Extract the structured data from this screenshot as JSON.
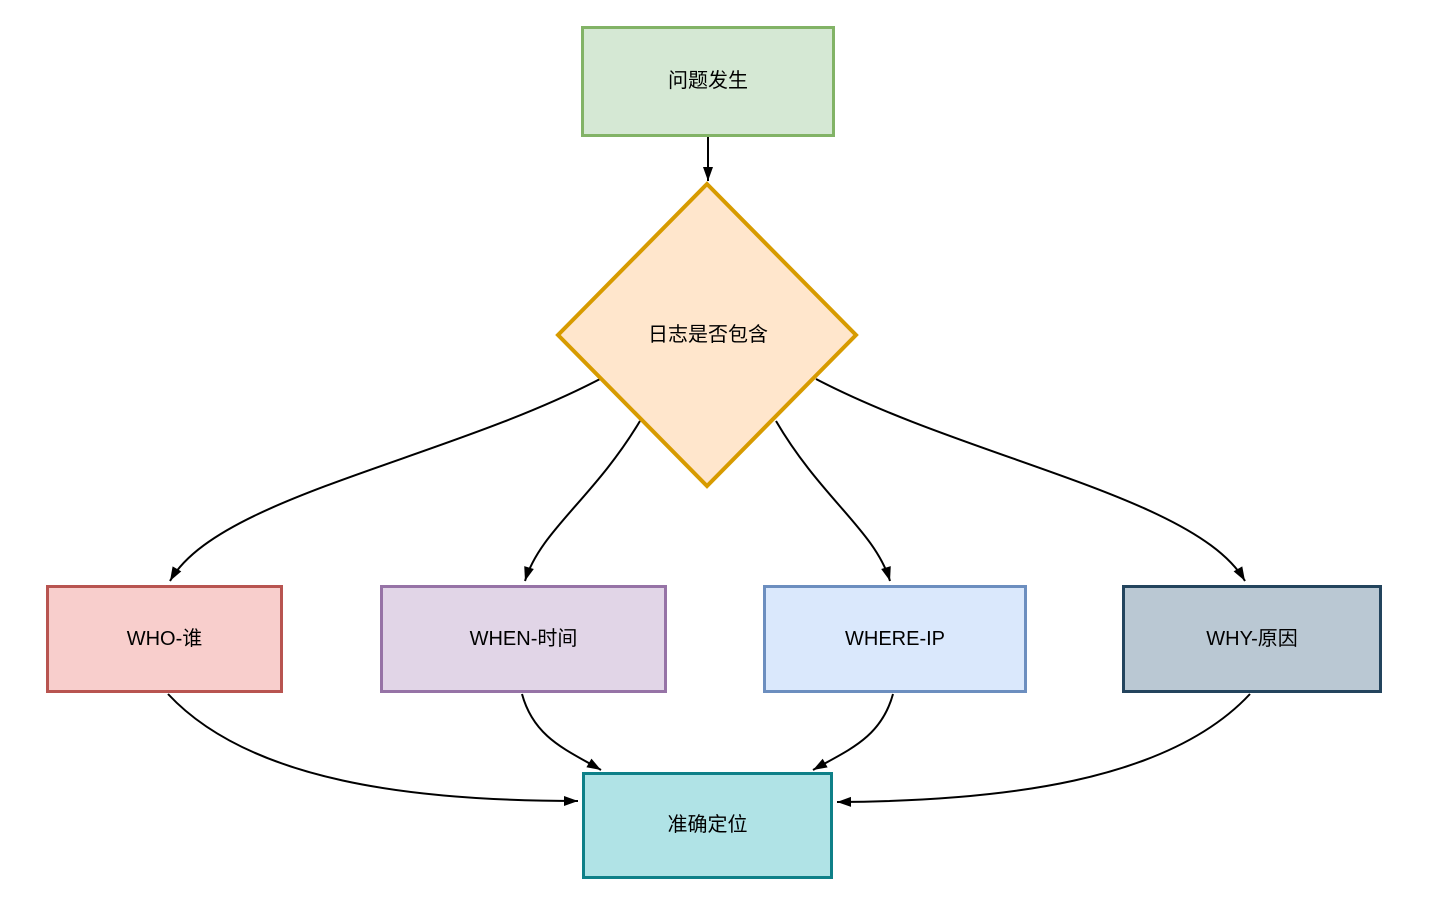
{
  "diagram": {
    "background_color": "#ffffff",
    "connector_color": "#000000",
    "nodes": {
      "start": {
        "label": "问题发生",
        "shape": "rectangle",
        "fill": "#d5e8d4",
        "border": "#82b366"
      },
      "decision": {
        "label": "日志是否包含",
        "shape": "diamond",
        "fill": "#ffe6cc",
        "border": "#d79b00"
      },
      "who": {
        "label": "WHO-谁",
        "shape": "rectangle",
        "fill": "#f8cecc",
        "border": "#b85450"
      },
      "when": {
        "label": "WHEN-时间",
        "shape": "rectangle",
        "fill": "#e1d5e7",
        "border": "#9673a6"
      },
      "where": {
        "label": "WHERE-IP",
        "shape": "rectangle",
        "fill": "#dae8fc",
        "border": "#6c8ebf"
      },
      "why": {
        "label": "WHY-原因",
        "shape": "rectangle",
        "fill": "#bac8d3",
        "border": "#23445d"
      },
      "result": {
        "label": "准确定位",
        "shape": "rectangle",
        "fill": "#b0e3e6",
        "border": "#0e8088"
      }
    },
    "edges": [
      {
        "from": "start",
        "to": "decision"
      },
      {
        "from": "decision",
        "to": "who"
      },
      {
        "from": "decision",
        "to": "when"
      },
      {
        "from": "decision",
        "to": "where"
      },
      {
        "from": "decision",
        "to": "why"
      },
      {
        "from": "who",
        "to": "result"
      },
      {
        "from": "when",
        "to": "result"
      },
      {
        "from": "where",
        "to": "result"
      },
      {
        "from": "why",
        "to": "result"
      }
    ]
  }
}
